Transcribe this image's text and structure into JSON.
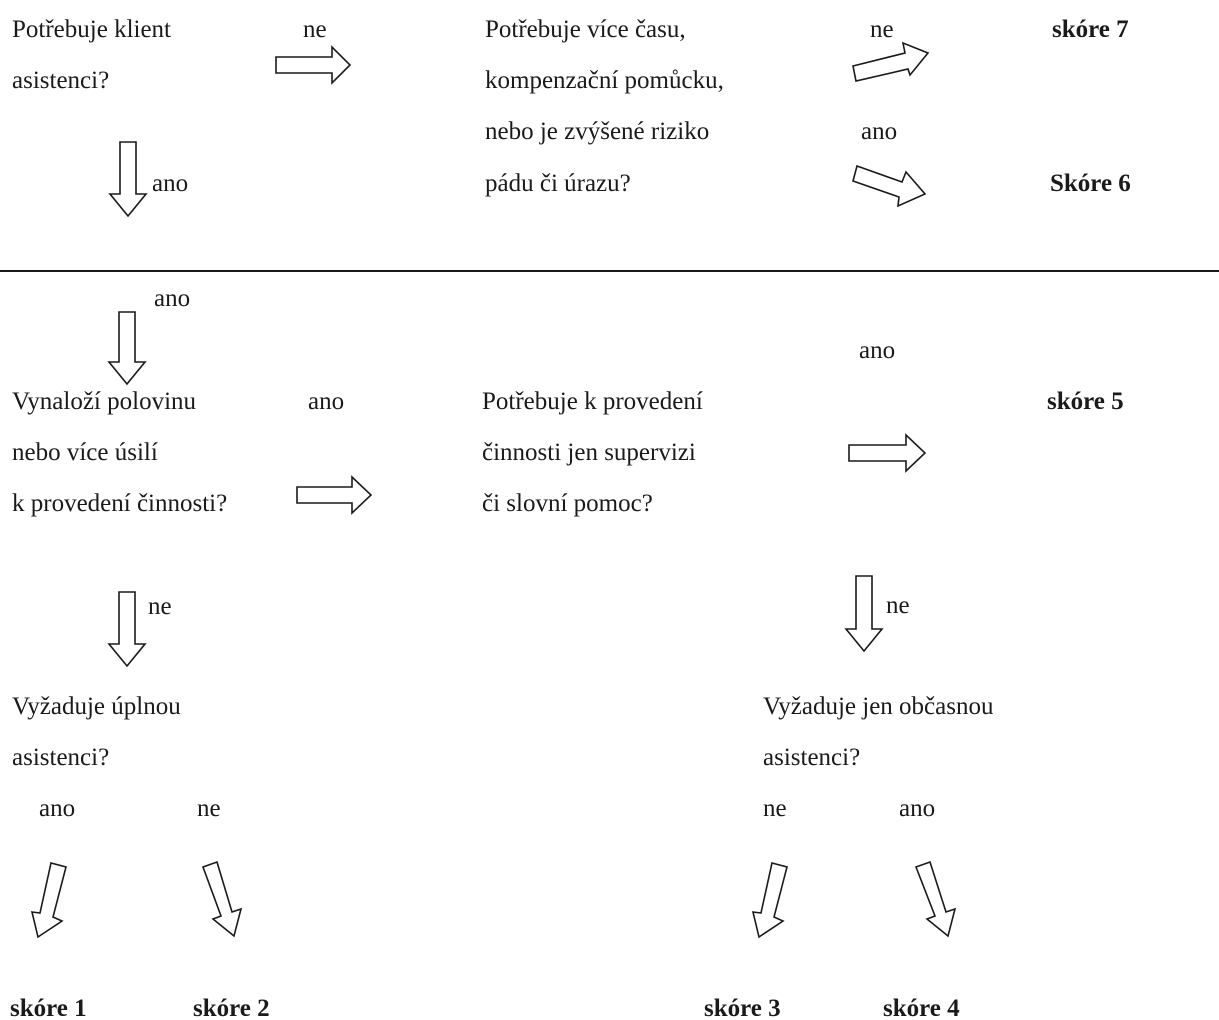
{
  "top": {
    "q1": [
      "Potřebuje klient",
      "asistenci?"
    ],
    "q1_right_label": "ne",
    "q1_down_label": "ano",
    "q2": [
      "Potřebuje více času,",
      "kompenzační pomůcku,",
      "nebo je zvýšené riziko",
      "pádu či úrazu?"
    ],
    "q2_up_label": "ne",
    "q2_down_label": "ano",
    "score7": "skóre 7",
    "score6": "Skóre 6"
  },
  "middle": {
    "entry_label": "ano",
    "q3": [
      "Vynaloží polovinu",
      "nebo více úsilí",
      "k provedení činnosti?"
    ],
    "q3_right_label": "ano",
    "q4": [
      "Potřebuje k provedení",
      "činnosti jen supervizi",
      "či slovní pomoc?"
    ],
    "q4_right_label": "ano",
    "score5": "skóre 5",
    "q3_down_label": "ne",
    "q4_down_label": "ne"
  },
  "bottom": {
    "q5": [
      "Vyžaduje úplnou",
      "asistenci?"
    ],
    "q5_left_label": "ano",
    "q5_right_label": "ne",
    "q6": [
      "Vyžaduje jen občasnou",
      "asistenci?"
    ],
    "q6_left_label": "ne",
    "q6_right_label": "ano",
    "score1": "skóre 1",
    "score2": "skóre 2",
    "score3": "skóre 3",
    "score4": "skóre 4"
  }
}
